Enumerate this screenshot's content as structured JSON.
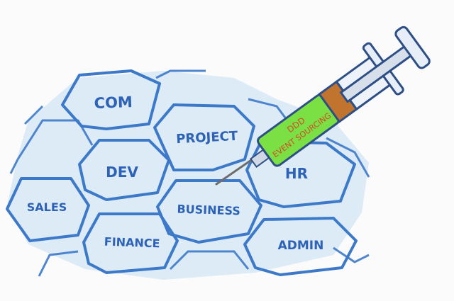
{
  "hexagons": [
    {
      "id": "com",
      "label": "COM"
    },
    {
      "id": "project",
      "label": "PROJECT"
    },
    {
      "id": "dev",
      "label": "DEV"
    },
    {
      "id": "hr",
      "label": "HR"
    },
    {
      "id": "sales",
      "label": "SALES"
    },
    {
      "id": "business",
      "label": "BUSINESS"
    },
    {
      "id": "finance",
      "label": "FINANCE"
    },
    {
      "id": "admin",
      "label": "ADMIN"
    }
  ],
  "syringe": {
    "line1": "DDD",
    "line2": "EVENT SOURCING",
    "liquid_color": "#7be043",
    "text_color": "#d24a2a",
    "plunger_color": "#c0742e"
  },
  "colors": {
    "hex_fill": "#dcebf6",
    "hex_outline": "#3d79c9",
    "label": "#2e62b6"
  }
}
